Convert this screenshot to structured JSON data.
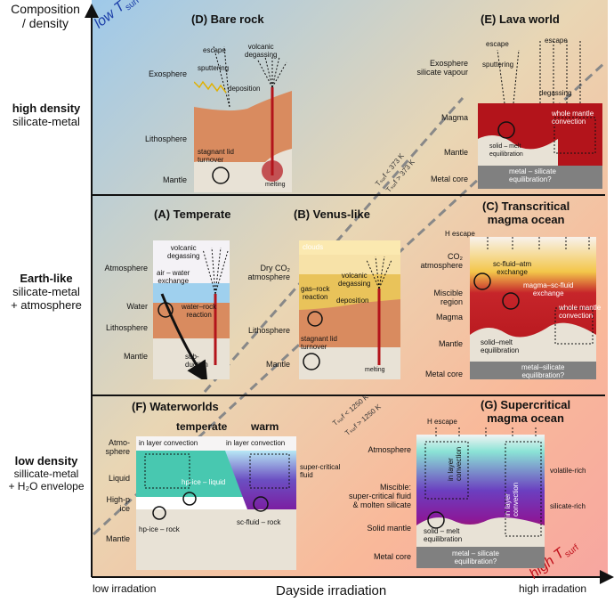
{
  "axes": {
    "y_label": "Composition\n/ density",
    "x_label": "Dayside irradiation",
    "low_irradiation": "low irradation",
    "high_irradiation": "high irradation",
    "low_tsurf": "low T",
    "low_tsurf_sub": "surf",
    "high_tsurf": "high T",
    "high_tsurf_sub": "surf"
  },
  "rows": [
    {
      "title": "high density",
      "subtitle": "silicate-metal"
    },
    {
      "title": "Earth-like",
      "subtitle": "silicate-metal\n+ atmosphere"
    },
    {
      "title": "low density",
      "subtitle": "sillicate-metal\n+ H₂O envelope"
    }
  ],
  "boundaries": {
    "upper_a": "Tₛᵤᵣf < 373 K",
    "upper_b": "Tₛᵤᵣf > 373 K",
    "lower_a": "Tₛᵤᵣf < 1250 K",
    "lower_b": "Tₛᵤᵣf > 1250 K"
  },
  "panels": {
    "D": {
      "title": "(D) Bare rock",
      "layers": [
        "Exosphere",
        "Lithosphere",
        "Mantle"
      ],
      "labels": [
        "escape",
        "volcanic\ndegassing",
        "sputtering",
        "deposition",
        "stagnant lid\nturnover",
        "melting"
      ]
    },
    "E": {
      "title": "(E) Lava world",
      "layers": [
        "Exosphere\nsilicate vapour",
        "Magma",
        "Mantle",
        "Metal core"
      ],
      "labels": [
        "escape",
        "escape",
        "sputtering",
        "degassing",
        "whole mantle\nconvection",
        "solid – melt\nequilibration",
        "metal – silicate\nequilibration?"
      ]
    },
    "A": {
      "title": "(A) Temperate",
      "layers": [
        "Atmosphere",
        "Water",
        "Lithosphere",
        "Mantle"
      ],
      "labels": [
        "volcanic\ndegassing",
        "air – water\nexchange",
        "water–rock\nreaction",
        "sub-\nduction"
      ]
    },
    "B": {
      "title": "(B) Venus-like",
      "layers": [
        "Dry CO₂\natmosphere",
        "Lithosphere",
        "Mantle"
      ],
      "labels": [
        "clouds",
        "volcanic\ndegassing",
        "gas–rock\nreaction",
        "deposition",
        "stagnant lid\nturnover",
        "melting"
      ]
    },
    "C": {
      "title": "(C) Transcritical\nmagma ocean",
      "layers": [
        "CO₂\natmosphere",
        "Miscible\nregion",
        "Magma",
        "Mantle",
        "Metal core"
      ],
      "labels": [
        "H escape",
        "sc-fluid–atm\nexchange",
        "magma–sc-fluid\nexchange",
        "whole mantle\nconvection",
        "solid–melt\nequilibration",
        "metal–silicate\nequilibration?"
      ]
    },
    "F": {
      "title": "(F) Waterworlds",
      "sub_temperate": "temperate",
      "sub_warm": "warm",
      "layers": [
        "Atmo-\nsphere",
        "Liquid",
        "High-p\nice",
        "Mantle"
      ],
      "right_layer": "super-critical\nfluid",
      "labels": [
        "in layer convection",
        "in layer convection",
        "hp-ice – liquid",
        "hp-ice – rock",
        "sc-fluid – rock"
      ]
    },
    "G": {
      "title": "(G) Supercritical\nmagma ocean",
      "layers": [
        "Atmosphere",
        "Miscible:\nsuper-critical fluid\n& molten silicate",
        "Solid mantle",
        "Metal core"
      ],
      "right_layers": [
        "volatile-rich",
        "silicate-rich"
      ],
      "labels": [
        "H escape",
        "in layer\nconvection",
        "in layer\nconvection",
        "solid – melt\nequilibration",
        "metal – silicate\nequilibration?"
      ]
    }
  },
  "colors": {
    "rock": "#d98b5f",
    "mantle_light": "#e8e2d6",
    "magma": "#b3141b",
    "water": "#9fd0ee",
    "teal": "#48c8b0",
    "purple": "#7b1fa2",
    "metal": "#808080",
    "venus_yellow": "#e9c35a"
  }
}
